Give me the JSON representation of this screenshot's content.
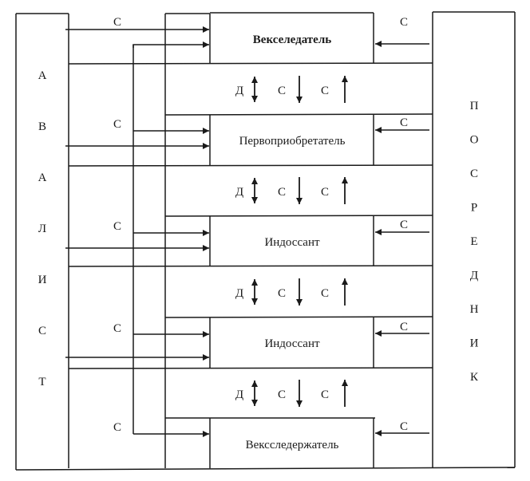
{
  "diagram": {
    "left_column": {
      "letters": [
        "А",
        "В",
        "А",
        "Л",
        "И",
        "С",
        "Т"
      ],
      "word": "АВАЛИСТ"
    },
    "right_column": {
      "letters": [
        "П",
        "О",
        "С",
        "Р",
        "Е",
        "Д",
        "Н",
        "И",
        "К"
      ],
      "word": "ПОСРЕДНИК"
    },
    "boxes": [
      {
        "label": "Векселедатель",
        "bold": true
      },
      {
        "label": "Первоприобретатель",
        "bold": false
      },
      {
        "label": "Индоссант",
        "bold": false
      },
      {
        "label": "Индоссант",
        "bold": false
      },
      {
        "label": "Вексследержатель",
        "bold": false
      }
    ],
    "between_labels": {
      "d": "Д",
      "c_down": "С",
      "c_up": "С"
    },
    "left_arrow_labels": [
      "С",
      "С",
      "С",
      "С",
      "С"
    ],
    "right_arrow_labels": [
      "С",
      "С",
      "С",
      "С",
      "С"
    ],
    "colors": {
      "line": "#1a1a1a",
      "background": "#ffffff"
    }
  }
}
